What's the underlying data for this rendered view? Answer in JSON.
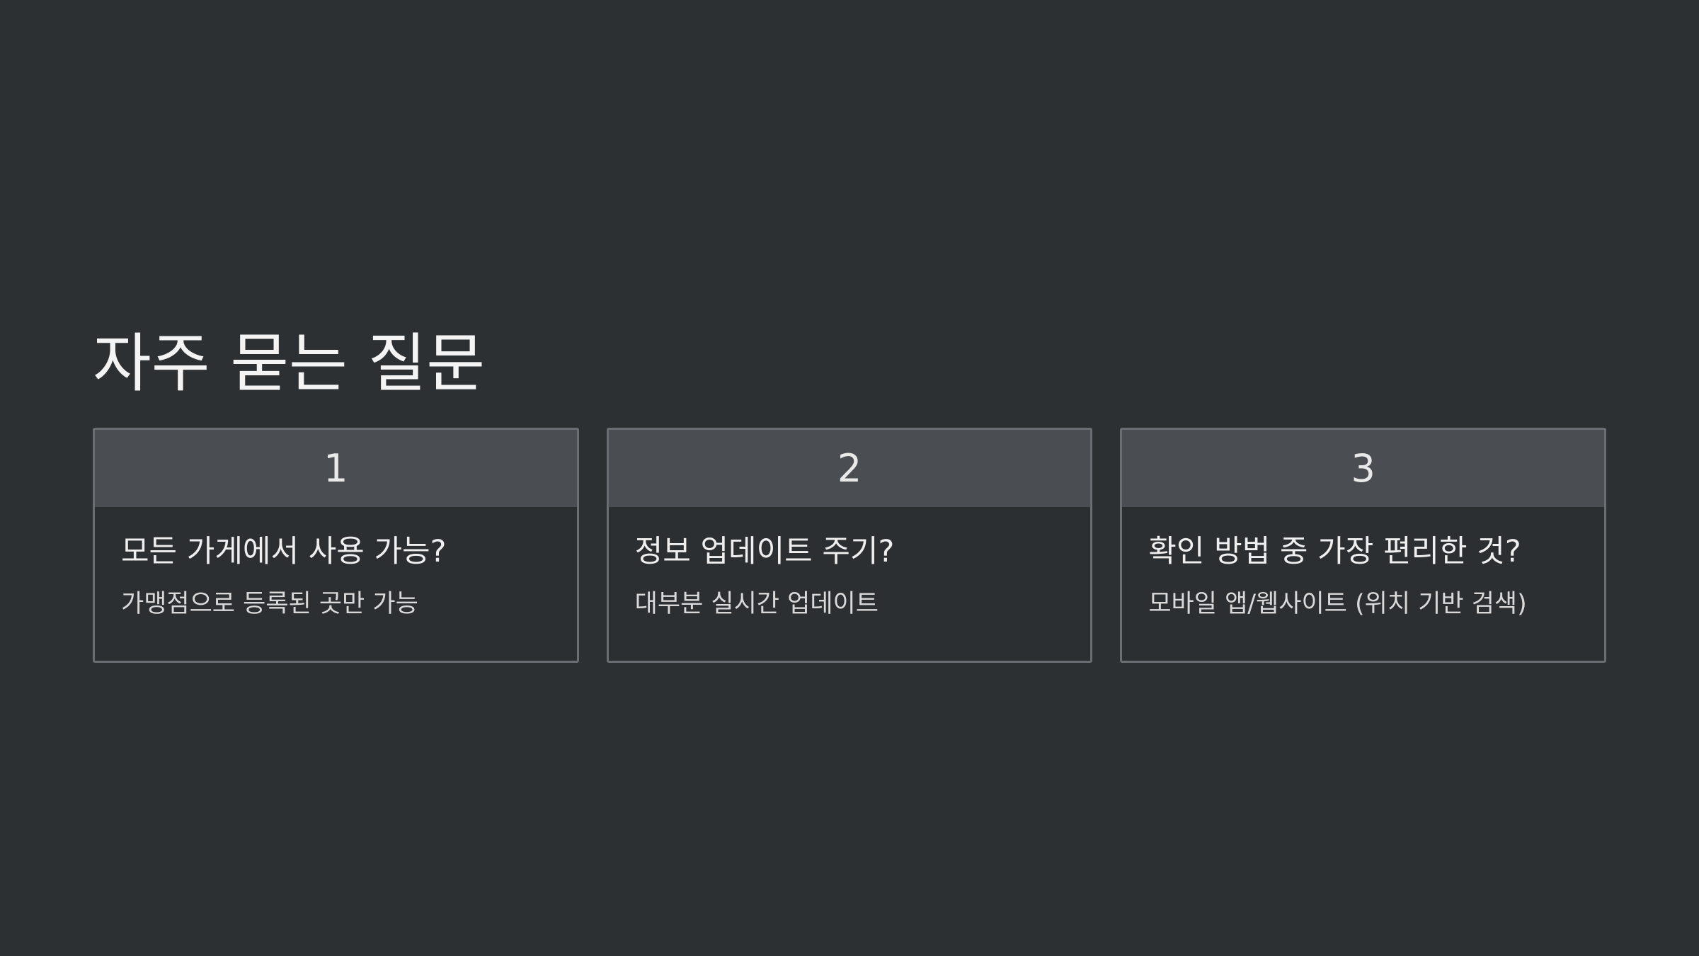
{
  "title": "자주 묻는 질문",
  "faqs": [
    {
      "number": "1",
      "question": "모든 가게에서 사용 가능?",
      "answer": "가맹점으로 등록된 곳만 가능"
    },
    {
      "number": "2",
      "question": "정보 업데이트 주기?",
      "answer": "대부분 실시간 업데이트"
    },
    {
      "number": "3",
      "question": "확인 방법 중 가장 편리한 것?",
      "answer": "모바일 앱/웹사이트 (위치 기반 검색)"
    }
  ],
  "colors": {
    "background": "#2d3033",
    "card_header": "#4a4e52",
    "card_border": "#6a6e72",
    "text": "#f1f1f1"
  }
}
